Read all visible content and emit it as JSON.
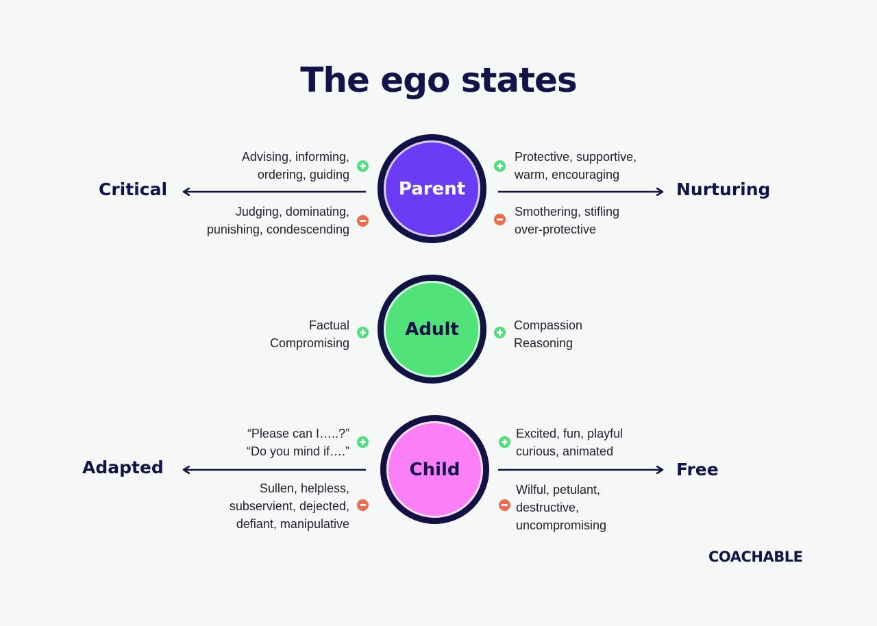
{
  "title": "The ego states",
  "colors": {
    "navy": "#13134a",
    "parent_fill": "#6b3cf6",
    "adult_fill": "#52e27a",
    "child_fill": "#fb7ff7",
    "plus": "#4ee07a",
    "minus": "#f16a4b"
  },
  "parent": {
    "label": "Parent",
    "left_axis": "Critical",
    "right_axis": "Nurturing",
    "left_positive": [
      "Advising, informing,",
      "ordering, guiding"
    ],
    "left_negative": [
      "Judging, dominating,",
      "punishing, condescending"
    ],
    "right_positive": [
      "Protective, supportive,",
      "warm, encouraging"
    ],
    "right_negative": [
      "Smothering, stifling",
      "over-protective"
    ]
  },
  "adult": {
    "label": "Adult",
    "left_positive": [
      "Factual",
      "Compromising"
    ],
    "right_positive": [
      "Compassion",
      "Reasoning"
    ]
  },
  "child": {
    "label": "Child",
    "left_axis": "Adapted",
    "right_axis": "Free",
    "left_positive": [
      "“Please can I…..?”",
      "“Do you mind if….”"
    ],
    "left_negative": [
      "Sullen, helpless,",
      "subservient, dejected,",
      "defiant, manipulative"
    ],
    "right_positive": [
      "Excited, fun, playful",
      "curious, animated"
    ],
    "right_negative": [
      "Wilful, petulant,",
      "destructive,",
      "uncompromising"
    ]
  },
  "brand": "COACHABLE"
}
